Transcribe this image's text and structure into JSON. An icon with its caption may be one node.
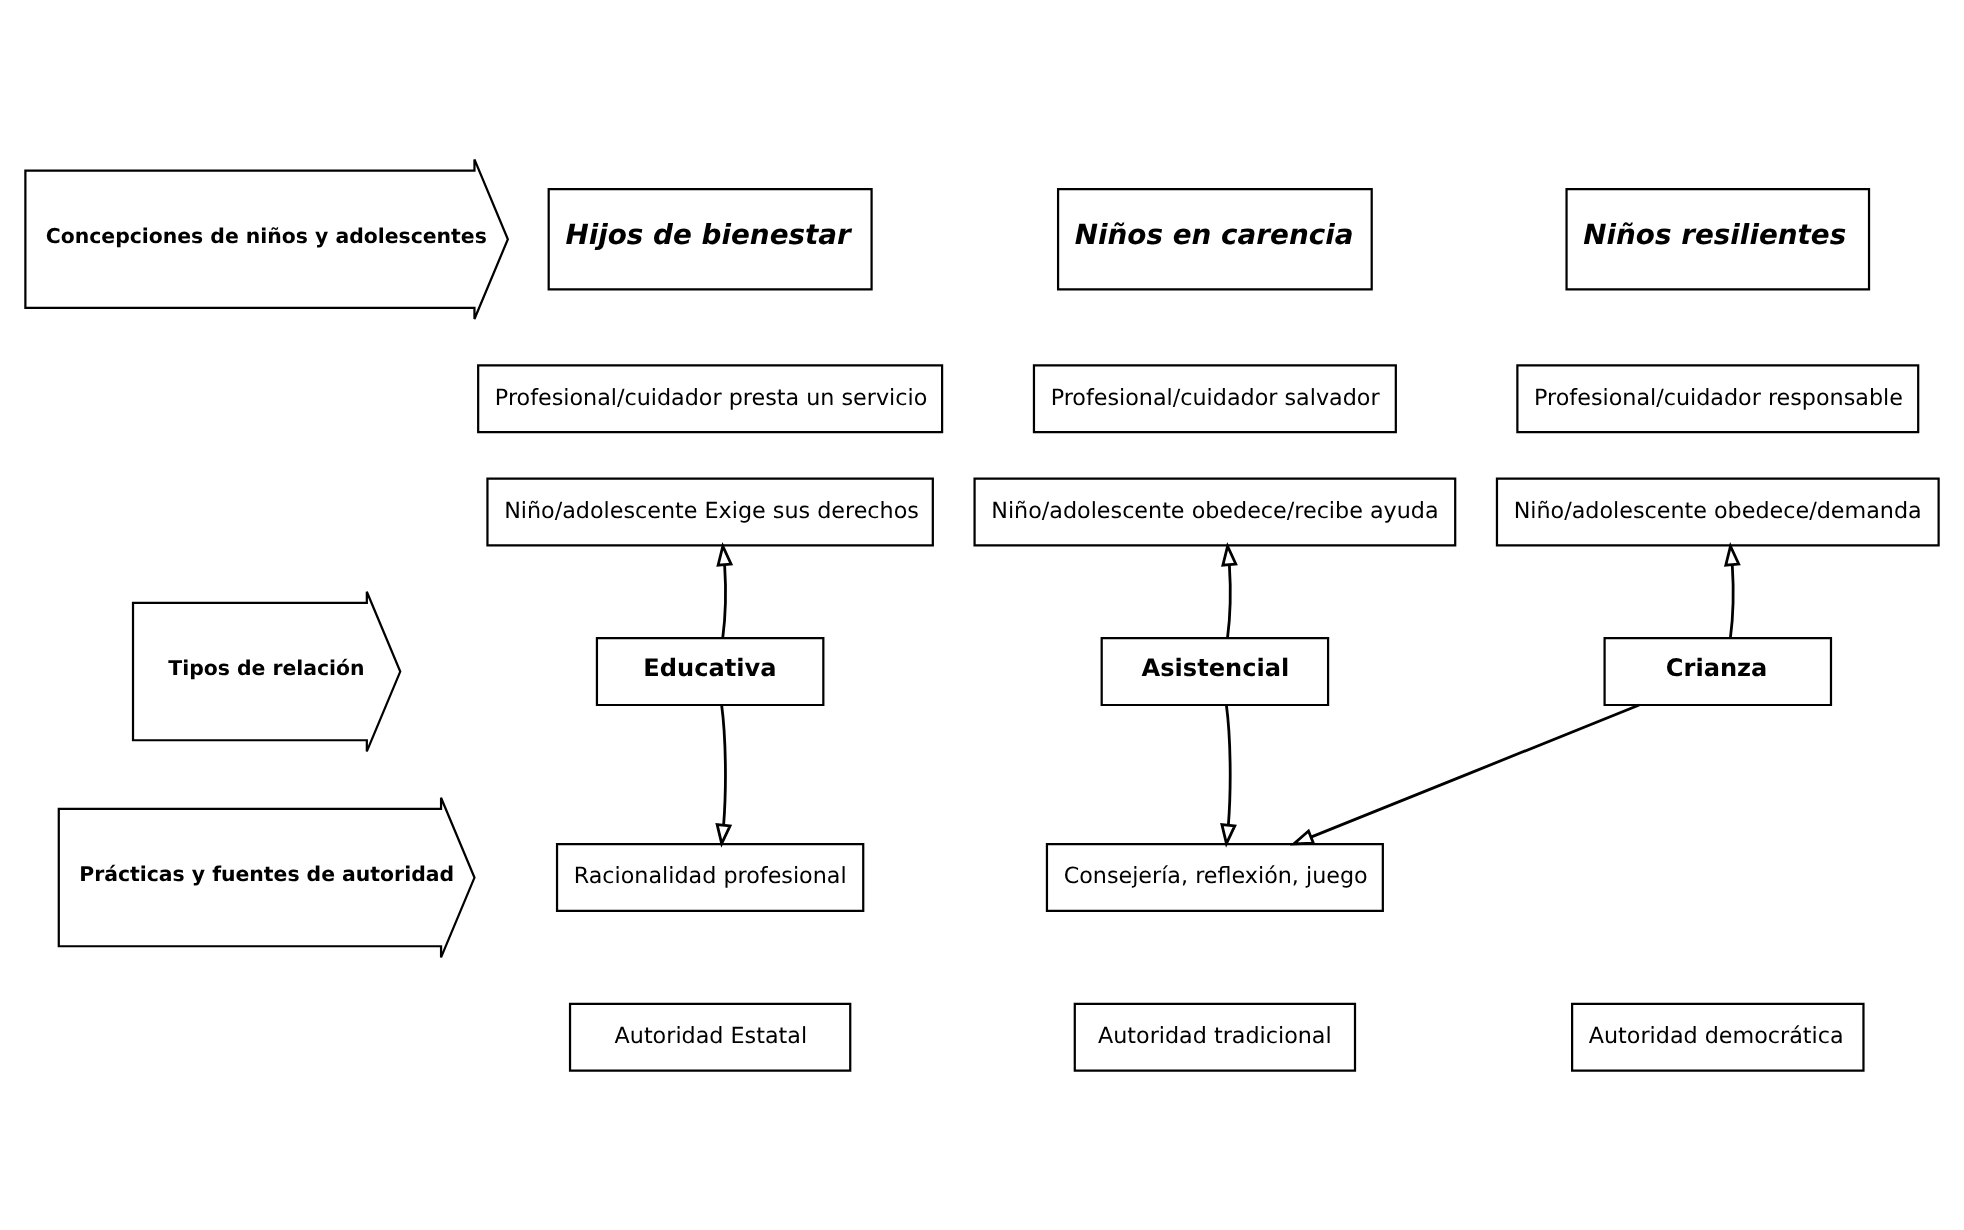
{
  "diagram": {
    "nodes": [
      {
        "text": [
          "Concepciones de niños y adolescentes"
        ]
      },
      {
        "text": [
          "Hijos de bienestar"
        ]
      },
      {
        "text": [
          "Niños en carencia"
        ]
      },
      {
        "text": [
          "Niños resilientes"
        ]
      },
      {
        "text": [
          "Profesional/cuidador presta un servicio"
        ]
      },
      {
        "text": [
          "Profesional/cuidador salvador"
        ]
      },
      {
        "text": [
          "Profesional/cuidador responsable"
        ]
      },
      {
        "text": [
          "Niño/adolescente Exige sus derechos"
        ]
      },
      {
        "text": [
          "Niño/adolescente obedece/recibe ayuda"
        ]
      },
      {
        "text": [
          "Niño/adolescente obedece/demanda"
        ]
      },
      {
        "text": [
          "Tipos de relación"
        ]
      },
      {
        "text": [
          "Educativa"
        ]
      },
      {
        "text": [
          "Asistencial"
        ]
      },
      {
        "text": [
          "Crianza"
        ]
      },
      {
        "text": [
          "Prácticas y fuentes de autoridad"
        ]
      },
      {
        "text": [
          "Racionalidad profesional"
        ]
      },
      {
        "text": [
          "Consejería, reflexión, juego"
        ]
      },
      {
        "text": [
          "Autoridad Estatal"
        ]
      },
      {
        "text": [
          "Autoridad tradicional"
        ]
      },
      {
        "text": [
          "Autoridad democrática"
        ]
      }
    ],
    "edges": [
      {
        "from": 11,
        "to": 7,
        "arrow": "to"
      },
      {
        "from": 12,
        "to": 8,
        "arrow": "to"
      },
      {
        "from": 13,
        "to": 9,
        "arrow": "to"
      },
      {
        "from": 11,
        "to": 15,
        "arrow": "to"
      },
      {
        "from": 12,
        "to": 16,
        "arrow": "to"
      },
      {
        "from": 13,
        "to": 16,
        "arrow": "to"
      }
    ]
  }
}
